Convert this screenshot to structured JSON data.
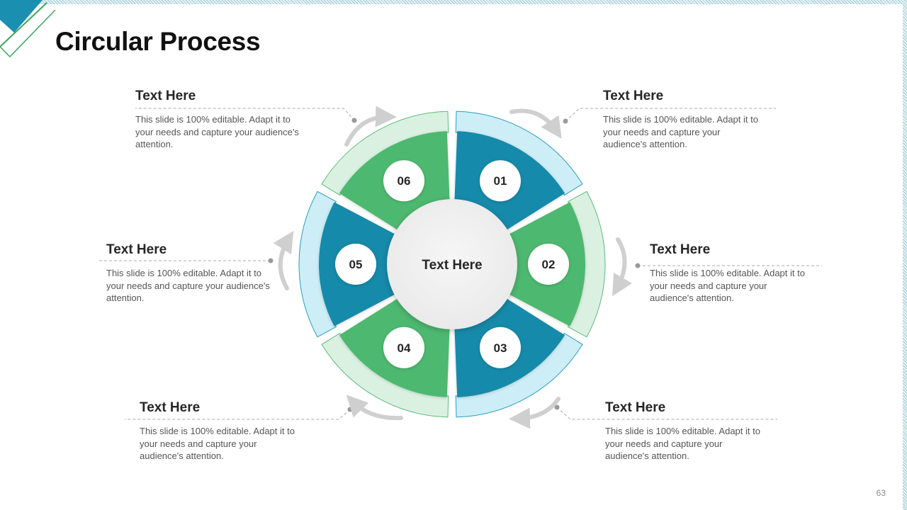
{
  "slide": {
    "title": "Circular Process",
    "page_number": "63"
  },
  "center": {
    "label": "Text Here"
  },
  "colors": {
    "teal": "#188aaa",
    "teal_light": "#cdeef7",
    "teal_border": "#2a9ec0",
    "green": "#4db86f",
    "green_light": "#daf1e2",
    "green_border": "#5dbb7a",
    "arrow_gray": "#cfcfcf"
  },
  "segments": [
    {
      "number": "01",
      "color": "teal"
    },
    {
      "number": "02",
      "color": "green"
    },
    {
      "number": "03",
      "color": "teal"
    },
    {
      "number": "04",
      "color": "green"
    },
    {
      "number": "05",
      "color": "teal"
    },
    {
      "number": "06",
      "color": "green"
    }
  ],
  "callouts": [
    {
      "id": "01",
      "title": "Text Here",
      "body": "This slide is 100% editable. Adapt it to your needs and capture your audience's attention."
    },
    {
      "id": "02",
      "title": "Text Here",
      "body": "This slide is 100% editable. Adapt it to your needs and capture your audience's attention."
    },
    {
      "id": "03",
      "title": "Text Here",
      "body": "This slide is 100% editable. Adapt it to your needs and capture your audience's attention."
    },
    {
      "id": "04",
      "title": "Text Here",
      "body": "This slide is 100% editable. Adapt it to your needs and capture your audience's attention."
    },
    {
      "id": "05",
      "title": "Text Here",
      "body": "This slide is 100% editable. Adapt it to your needs and capture your audience's attention."
    },
    {
      "id": "06",
      "title": "Text Here",
      "body": "This slide is 100% editable. Adapt it to your needs and capture your audience's attention."
    }
  ]
}
